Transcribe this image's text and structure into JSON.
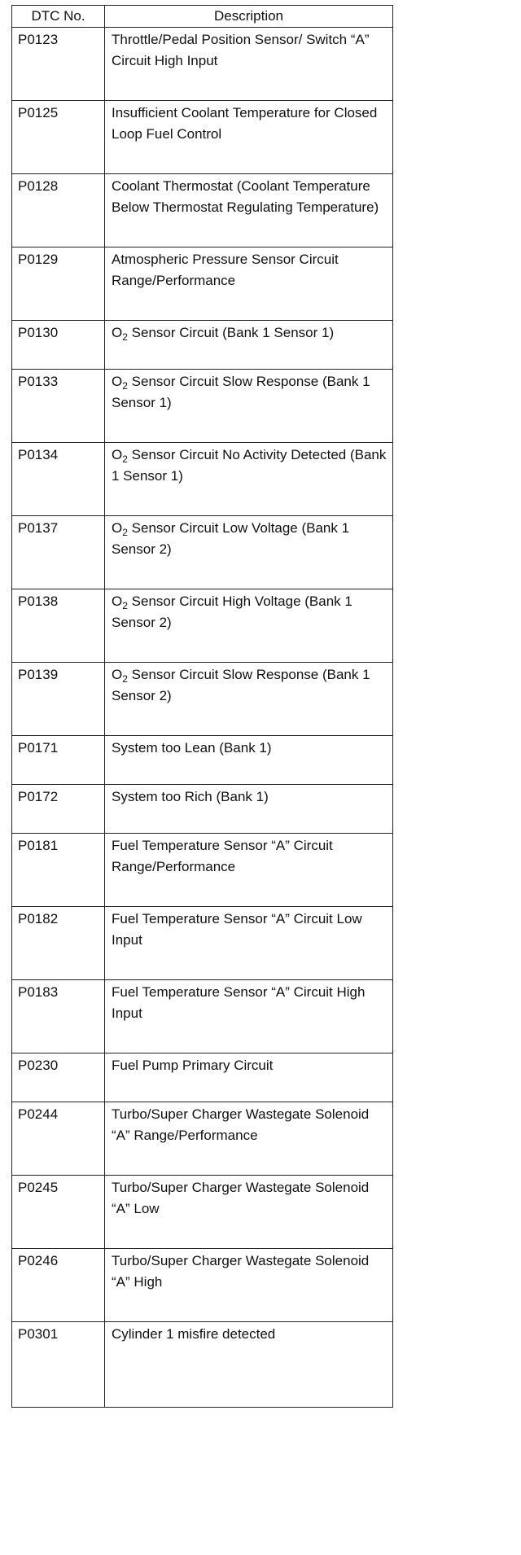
{
  "table": {
    "headers": [
      "DTC No.",
      "Description"
    ],
    "rows": [
      {
        "code": "P0123",
        "description": "Throttle/Pedal Position Sensor/ Switch “A” Circuit High Input"
      },
      {
        "code": "P0125",
        "description": "Insufficient Coolant Temperature for Closed Loop Fuel Control"
      },
      {
        "code": "P0128",
        "description": "Coolant Thermostat (Coolant Temperature Below Thermostat Regulating Temperature)"
      },
      {
        "code": "P0129",
        "description": "Atmospheric Pressure Sensor Circuit Range/Performance"
      },
      {
        "code": "P0130",
        "description": "O2 Sensor Circuit (Bank 1 Sensor 1)"
      },
      {
        "code": "P0133",
        "description": "O2 Sensor Circuit Slow Response (Bank 1 Sensor 1)"
      },
      {
        "code": "P0134",
        "description": "O2 Sensor Circuit No Activity Detected (Bank 1 Sensor 1)"
      },
      {
        "code": "P0137",
        "description": "O2 Sensor Circuit Low Voltage (Bank 1 Sensor 2)"
      },
      {
        "code": "P0138",
        "description": "O2 Sensor Circuit High Voltage (Bank 1 Sensor 2)"
      },
      {
        "code": "P0139",
        "description": "O2 Sensor Circuit Slow Response (Bank 1 Sensor 2)"
      },
      {
        "code": "P0171",
        "description": "System too Lean (Bank 1)"
      },
      {
        "code": "P0172",
        "description": "System too Rich (Bank 1)"
      },
      {
        "code": "P0181",
        "description": "Fuel Temperature Sensor “A” Circuit Range/Performance"
      },
      {
        "code": "P0182",
        "description": "Fuel Temperature Sensor “A” Circuit Low Input"
      },
      {
        "code": "P0183",
        "description": "Fuel Temperature Sensor “A” Circuit High Input"
      },
      {
        "code": "P0230",
        "description": "Fuel Pump Primary Circuit"
      },
      {
        "code": "P0244",
        "description": "Turbo/Super Charger Wastegate Solenoid “A” Range/Performance"
      },
      {
        "code": "P0245",
        "description": "Turbo/Super Charger Wastegate Solenoid “A” Low"
      },
      {
        "code": "P0246",
        "description": "Turbo/Super Charger Wastegate Solenoid “A” High"
      },
      {
        "code": "P0301",
        "description": "Cylinder 1 misfire detected"
      }
    ]
  }
}
